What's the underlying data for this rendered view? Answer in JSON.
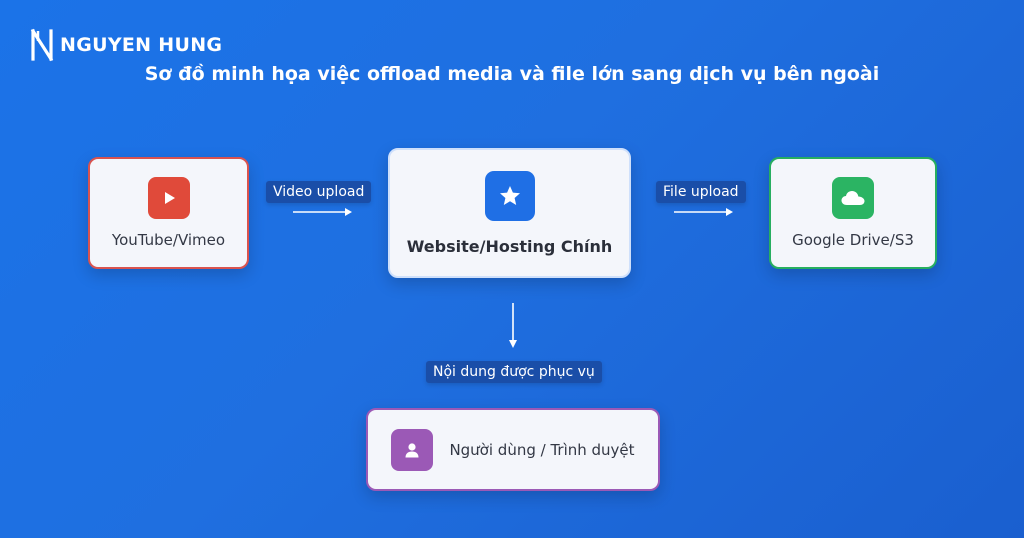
{
  "brand": {
    "name": "NGUYEN HUNG",
    "icon": "nh-logo-icon"
  },
  "title": "Sơ đồ minh họa việc offload media và file lớn sang dịch vụ bên ngoài",
  "nodes": {
    "youtube": {
      "label": "YouTube/Vimeo",
      "icon": "play-icon",
      "color": "#e04a3a",
      "border": "#d9534f"
    },
    "website": {
      "label": "Website/Hosting Chính",
      "icon": "star-icon",
      "color": "#1f6fe5"
    },
    "drive": {
      "label": "Google Drive/S3",
      "icon": "cloud-icon",
      "color": "#2bb463",
      "border": "#27ae60"
    },
    "user": {
      "label": "Người dùng / Trình duyệt",
      "icon": "user-icon",
      "color": "#9b59b6",
      "border": "#9b59b6"
    }
  },
  "edges": {
    "video_upload": "Video upload",
    "file_upload": "File upload",
    "content_served": "Nội dung được phục vụ"
  }
}
